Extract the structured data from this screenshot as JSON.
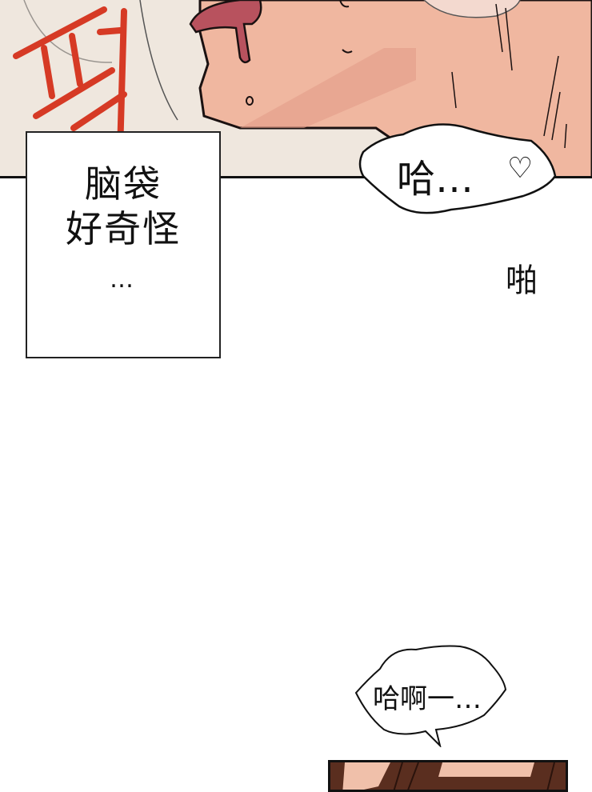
{
  "comic": {
    "panel_top": {
      "sound_effect_korean": "퍽",
      "colors": {
        "background": "#efe7de",
        "skin": "#f0b7a0",
        "skin_shadow": "#e29c88",
        "blood": "#b8525e",
        "sfx_red": "#d63a25",
        "ink": "#1a1111"
      }
    },
    "caption": {
      "line1": "脑袋",
      "line2": "好奇怪",
      "line3": "…"
    },
    "bubble_top": {
      "text": "哈…",
      "heart": "♡"
    },
    "sfx_pa": "啪",
    "bubble_bottom": {
      "text": "哈啊一…"
    },
    "panel_bottom": {
      "colors": {
        "hair": "#5a2e1f",
        "skin": "#f0c0aa"
      }
    }
  }
}
